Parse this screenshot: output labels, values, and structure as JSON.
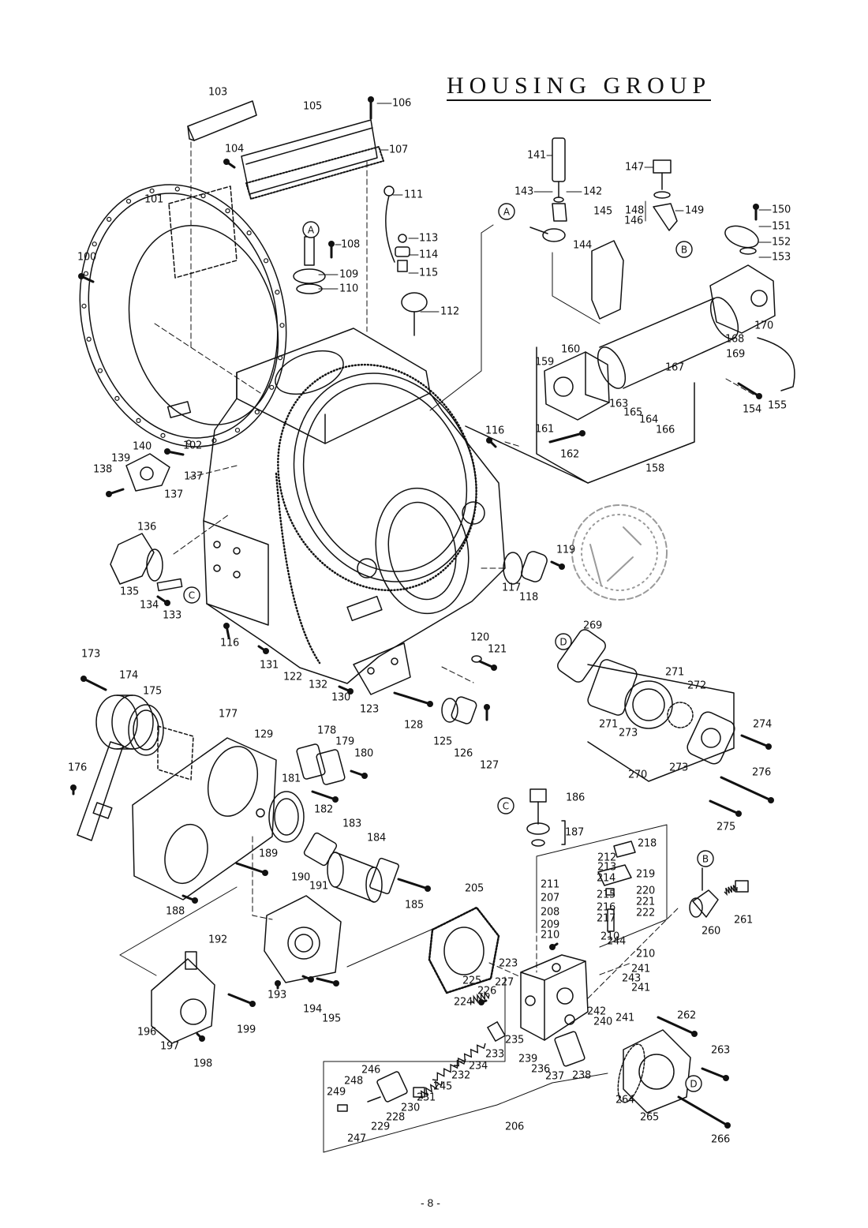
{
  "title": "HOUSING GROUP",
  "page_number": "- 8 -",
  "callouts": [
    "A",
    "A",
    "B",
    "C",
    "D",
    "C",
    "B",
    "D"
  ],
  "part_numbers": [
    "103",
    "105",
    "106",
    "107",
    "104",
    "101",
    "111",
    "100",
    "108",
    "113",
    "114",
    "115",
    "109",
    "110",
    "112",
    "141",
    "142",
    "143",
    "147",
    "148",
    "149",
    "150",
    "151",
    "152",
    "153",
    "145",
    "146",
    "144",
    "170",
    "168",
    "169",
    "160",
    "159",
    "167",
    "163",
    "165",
    "164",
    "166",
    "161",
    "154",
    "155",
    "162",
    "158",
    "116",
    "102",
    "140",
    "139",
    "138",
    "137",
    "137",
    "136",
    "135",
    "134",
    "133",
    "119",
    "117",
    "118",
    "116",
    "131",
    "122",
    "132",
    "130",
    "123",
    "120",
    "121",
    "128",
    "125",
    "126",
    "127",
    "173",
    "174",
    "175",
    "177",
    "129",
    "178",
    "179",
    "180",
    "176",
    "181",
    "182",
    "183",
    "184",
    "185",
    "189",
    "188",
    "190",
    "191",
    "205",
    "269",
    "271",
    "272",
    "271",
    "273",
    "273",
    "274",
    "270",
    "276",
    "275",
    "186",
    "187",
    "218",
    "212",
    "213",
    "214",
    "219",
    "215",
    "220",
    "221",
    "216",
    "222",
    "217",
    "211",
    "207",
    "208",
    "209",
    "210",
    "210",
    "210",
    "244",
    "241",
    "243",
    "241",
    "242",
    "240",
    "241",
    "261",
    "260",
    "192",
    "223",
    "225",
    "226",
    "227",
    "224",
    "193",
    "194",
    "195",
    "196",
    "197",
    "199",
    "198",
    "235",
    "233",
    "234",
    "232",
    "239",
    "236",
    "237",
    "238",
    "262",
    "263",
    "264",
    "265",
    "245",
    "246",
    "248",
    "249",
    "231",
    "230",
    "228",
    "229",
    "247",
    "206",
    "266"
  ]
}
